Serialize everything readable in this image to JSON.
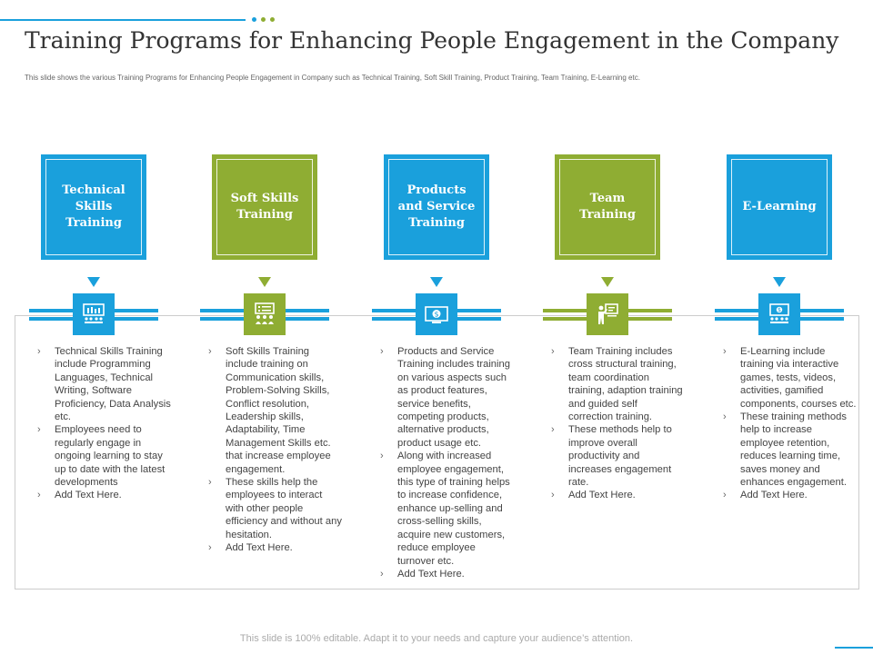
{
  "title": "Training Programs for Enhancing People Engagement in the Company",
  "subtitle": "This slide shows the various Training Programs for Enhancing People Engagement in Company such as Technical Training, Soft Skill Training, Product Training, Team Training, E-Learning etc.",
  "footer": "This slide is 100% editable. Adapt it to your needs and capture your audience’s attention.",
  "colors": {
    "blue": "#1aa0dc",
    "green": "#8fad33",
    "dot_teal": "#1aa0dc",
    "dot_green": "#8fad33"
  },
  "columns": [
    {
      "heading": "Technical Skills Training",
      "icon": "presentation-board-icon",
      "bullets": [
        "Technical Skills Training include Programming Languages, Technical Writing, Software Proficiency, Data Analysis etc.",
        "Employees need to regularly engage in ongoing learning to stay up to date with the latest developments",
        "Add Text Here."
      ]
    },
    {
      "heading": "Soft Skills Training",
      "icon": "team-meeting-icon",
      "bullets": [
        "Soft Skills Training include training on Communication skills, Problem-Solving Skills, Conflict resolution, Leadership skills, Adaptability, Time Management Skills etc. that increase employee engagement.",
        "These skills help the employees to interact with other people efficiency and without any hesitation.",
        "Add Text Here."
      ]
    },
    {
      "heading": "Products and Service Training",
      "icon": "dollar-screen-icon",
      "bullets": [
        "Products and Service Training includes training on various aspects such as product features, service benefits, competing products, alternative products, product usage etc.",
        "Along with increased employee engagement, this type of training helps to increase confidence, enhance up-selling and cross-selling skills, acquire new customers, reduce employee turnover etc.",
        "Add Text Here."
      ]
    },
    {
      "heading": "Team Training",
      "icon": "trainer-board-icon",
      "bullets": [
        "Team Training includes cross structural training, team coordination training, adaption training and guided self correction training.",
        "These methods help to improve overall productivity and increases engagement rate.",
        "Add Text Here."
      ]
    },
    {
      "heading": "E-Learning",
      "icon": "online-class-icon",
      "bullets": [
        "E-Learning include training via interactive games, tests, videos, activities, gamified components, courses etc.",
        "These training methods help to increase employee retention, reduces learning time, saves money and enhances engagement.",
        "Add Text Here."
      ]
    }
  ]
}
